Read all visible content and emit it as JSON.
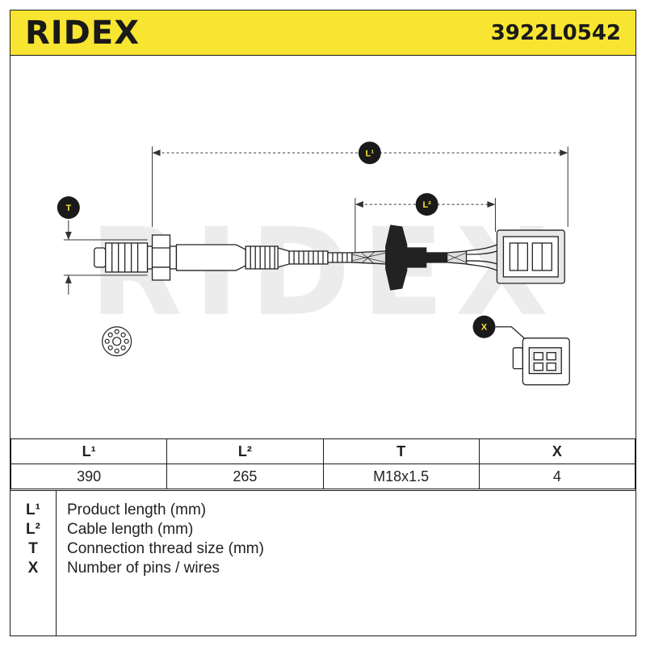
{
  "header": {
    "brand": "RIDEX",
    "part_number": "3922L0542",
    "accent_color": "#f8e531"
  },
  "drawing": {
    "watermark": "RIDEX",
    "labels": {
      "l1": "L¹",
      "l2": "L²",
      "t": "T",
      "x": "X"
    },
    "icons": [
      "oxygen-sensor-icon",
      "connector-plug-icon",
      "sensor-end-view-icon"
    ]
  },
  "spec_table": {
    "headers": [
      "L¹",
      "L²",
      "T",
      "X"
    ],
    "values": [
      "390",
      "265",
      "M18x1.5",
      "4"
    ]
  },
  "legend": [
    {
      "symbol": "L¹",
      "text": "Product length (mm)"
    },
    {
      "symbol": "L²",
      "text": "Cable length (mm)"
    },
    {
      "symbol": "T",
      "text": "Connection thread size (mm)"
    },
    {
      "symbol": "X",
      "text": "Number of pins / wires"
    }
  ]
}
